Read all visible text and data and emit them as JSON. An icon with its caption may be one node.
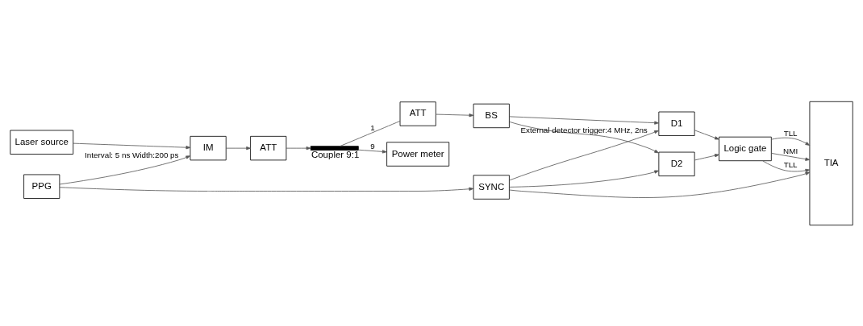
{
  "diagram": {
    "nodes": [
      {
        "text": [
          "Laser source"
        ]
      },
      {
        "text": [
          "IM"
        ]
      },
      {
        "text": [
          "ATT"
        ]
      },
      {
        "text": [],
        "shape": "bar",
        "beside": [
          "Coupler 9:1"
        ]
      },
      {
        "text": [
          "Power meter"
        ]
      },
      {
        "text": [
          "ATT"
        ]
      },
      {
        "text": [
          "BS"
        ]
      },
      {
        "text": [
          "D1"
        ]
      },
      {
        "text": [
          "D2"
        ]
      },
      {
        "text": [
          "Logic gate"
        ]
      },
      {
        "text": [
          "TIA"
        ]
      },
      {
        "text": [
          "PPG"
        ]
      },
      {
        "text": [
          "SYNC"
        ]
      }
    ],
    "edges": [
      {
        "from": 0,
        "to": 1,
        "arrow": "to"
      },
      {
        "from": 1,
        "to": 2,
        "arrow": "to"
      },
      {
        "from": 2,
        "to": 3,
        "arrow": "to"
      },
      {
        "from": 3,
        "to": 4,
        "arrow": "to",
        "label": "9"
      },
      {
        "from": 3,
        "to": 5,
        "arrow": "none",
        "label": "1"
      },
      {
        "from": 5,
        "to": 6,
        "arrow": "to"
      },
      {
        "from": 6,
        "to": 7,
        "arrow": "to"
      },
      {
        "from": 6,
        "to": 8,
        "arrow": "to"
      },
      {
        "from": 7,
        "to": 9,
        "arrow": "to"
      },
      {
        "from": 8,
        "to": 9,
        "arrow": "to"
      },
      {
        "from": 9,
        "to": 10,
        "arrow": "to",
        "label": "TLL"
      },
      {
        "from": 9,
        "to": 10,
        "arrow": "to",
        "label": "NMI"
      },
      {
        "from": 9,
        "to": 10,
        "arrow": "to",
        "label": "TLL"
      },
      {
        "from": 11,
        "to": 1,
        "arrow": "to",
        "label": "Interval: 5 ns Width:200 ps"
      },
      {
        "from": 11,
        "to": 12,
        "arrow": "to"
      },
      {
        "from": 12,
        "to": 7,
        "arrow": "to",
        "label": "External detector trigger:4 MHz, 2ns"
      },
      {
        "from": 12,
        "to": 8,
        "arrow": "to"
      },
      {
        "from": 12,
        "to": 10,
        "arrow": "to"
      }
    ]
  }
}
